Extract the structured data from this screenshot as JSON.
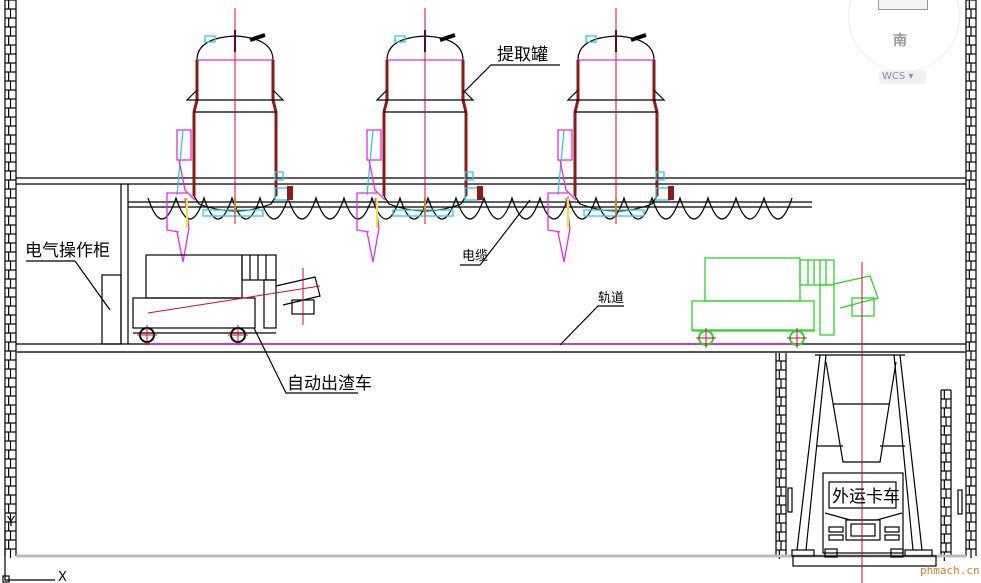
{
  "viewcube": {
    "direction_label": "南",
    "wcs_label": "WCS",
    "wcs_dropdown_icon": "chevron-down-icon"
  },
  "labels": {
    "extraction_tank": "提取罐",
    "electrical_cabinet": "电气操作柜",
    "cable": "电缆",
    "track": "轨道",
    "auto_slag_cart": "自动出渣车",
    "truck": "外运卡车"
  },
  "ucs": {
    "x_axis": "X",
    "y_axis": "Y"
  },
  "watermark": "phmach.cn",
  "colors": {
    "centerline": "#c8102e",
    "tank_wall": "#8b1a1a",
    "discharge_door": "#e030e0",
    "cart_new_position": "#30d030",
    "fitting": "#30c8d8"
  }
}
